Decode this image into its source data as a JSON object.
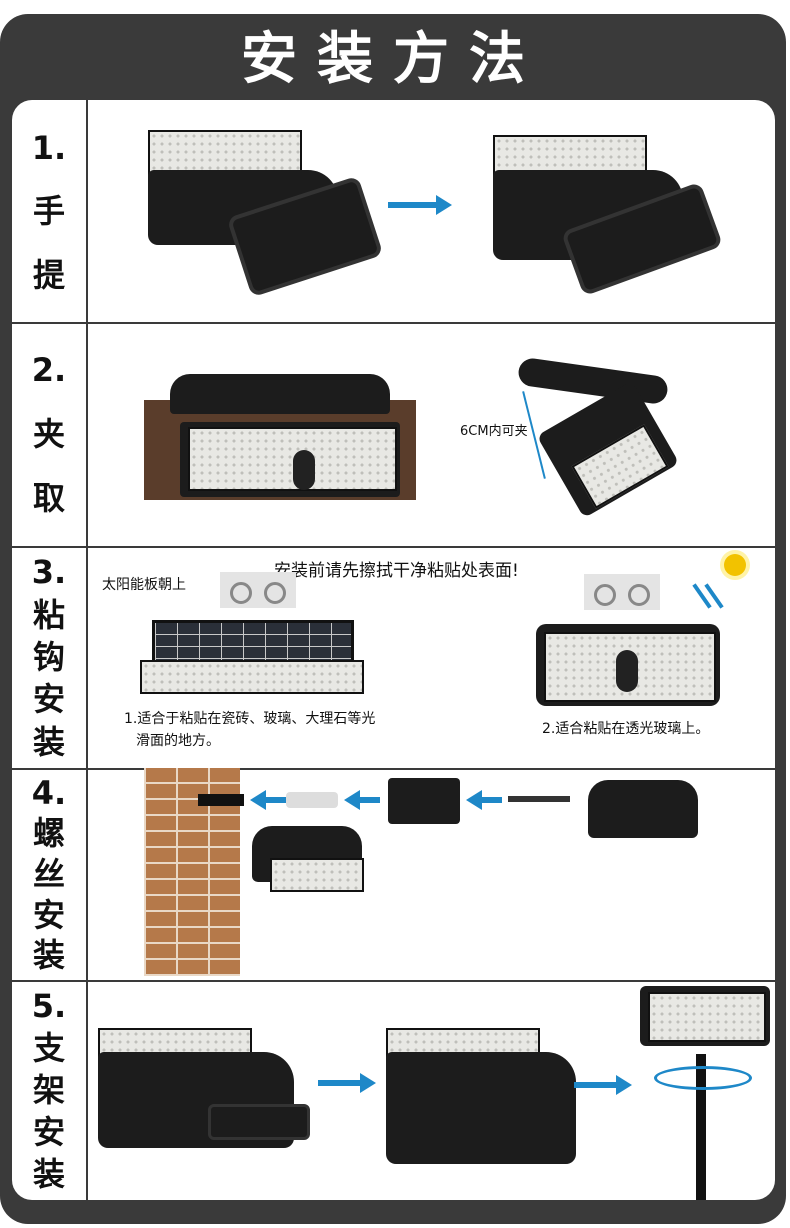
{
  "title": "安装方法",
  "steps": [
    {
      "num": "1.",
      "label_chars": [
        "手",
        "提"
      ]
    },
    {
      "num": "2.",
      "label_chars": [
        "夹",
        "取"
      ],
      "clip_note": "6CM内可夹"
    },
    {
      "num": "3.",
      "label_chars": [
        "粘",
        "钩",
        "安",
        "装"
      ],
      "notice": "安装前请先擦拭干净粘贴处表面!",
      "solar_note": "太阳能板朝上",
      "note1_line1": "1.适合于粘贴在瓷砖、玻璃、大理石等光",
      "note1_line2": "滑面的地方。",
      "note2": "2.适合粘贴在透光玻璃上。"
    },
    {
      "num": "4.",
      "label_chars": [
        "螺",
        "丝",
        "安",
        "装"
      ]
    },
    {
      "num": "5.",
      "label_chars": [
        "支",
        "架",
        "安",
        "装"
      ]
    }
  ],
  "colors": {
    "frame": "#3a3a3a",
    "arrow": "#1e88c8",
    "brick": "#b5794a"
  }
}
